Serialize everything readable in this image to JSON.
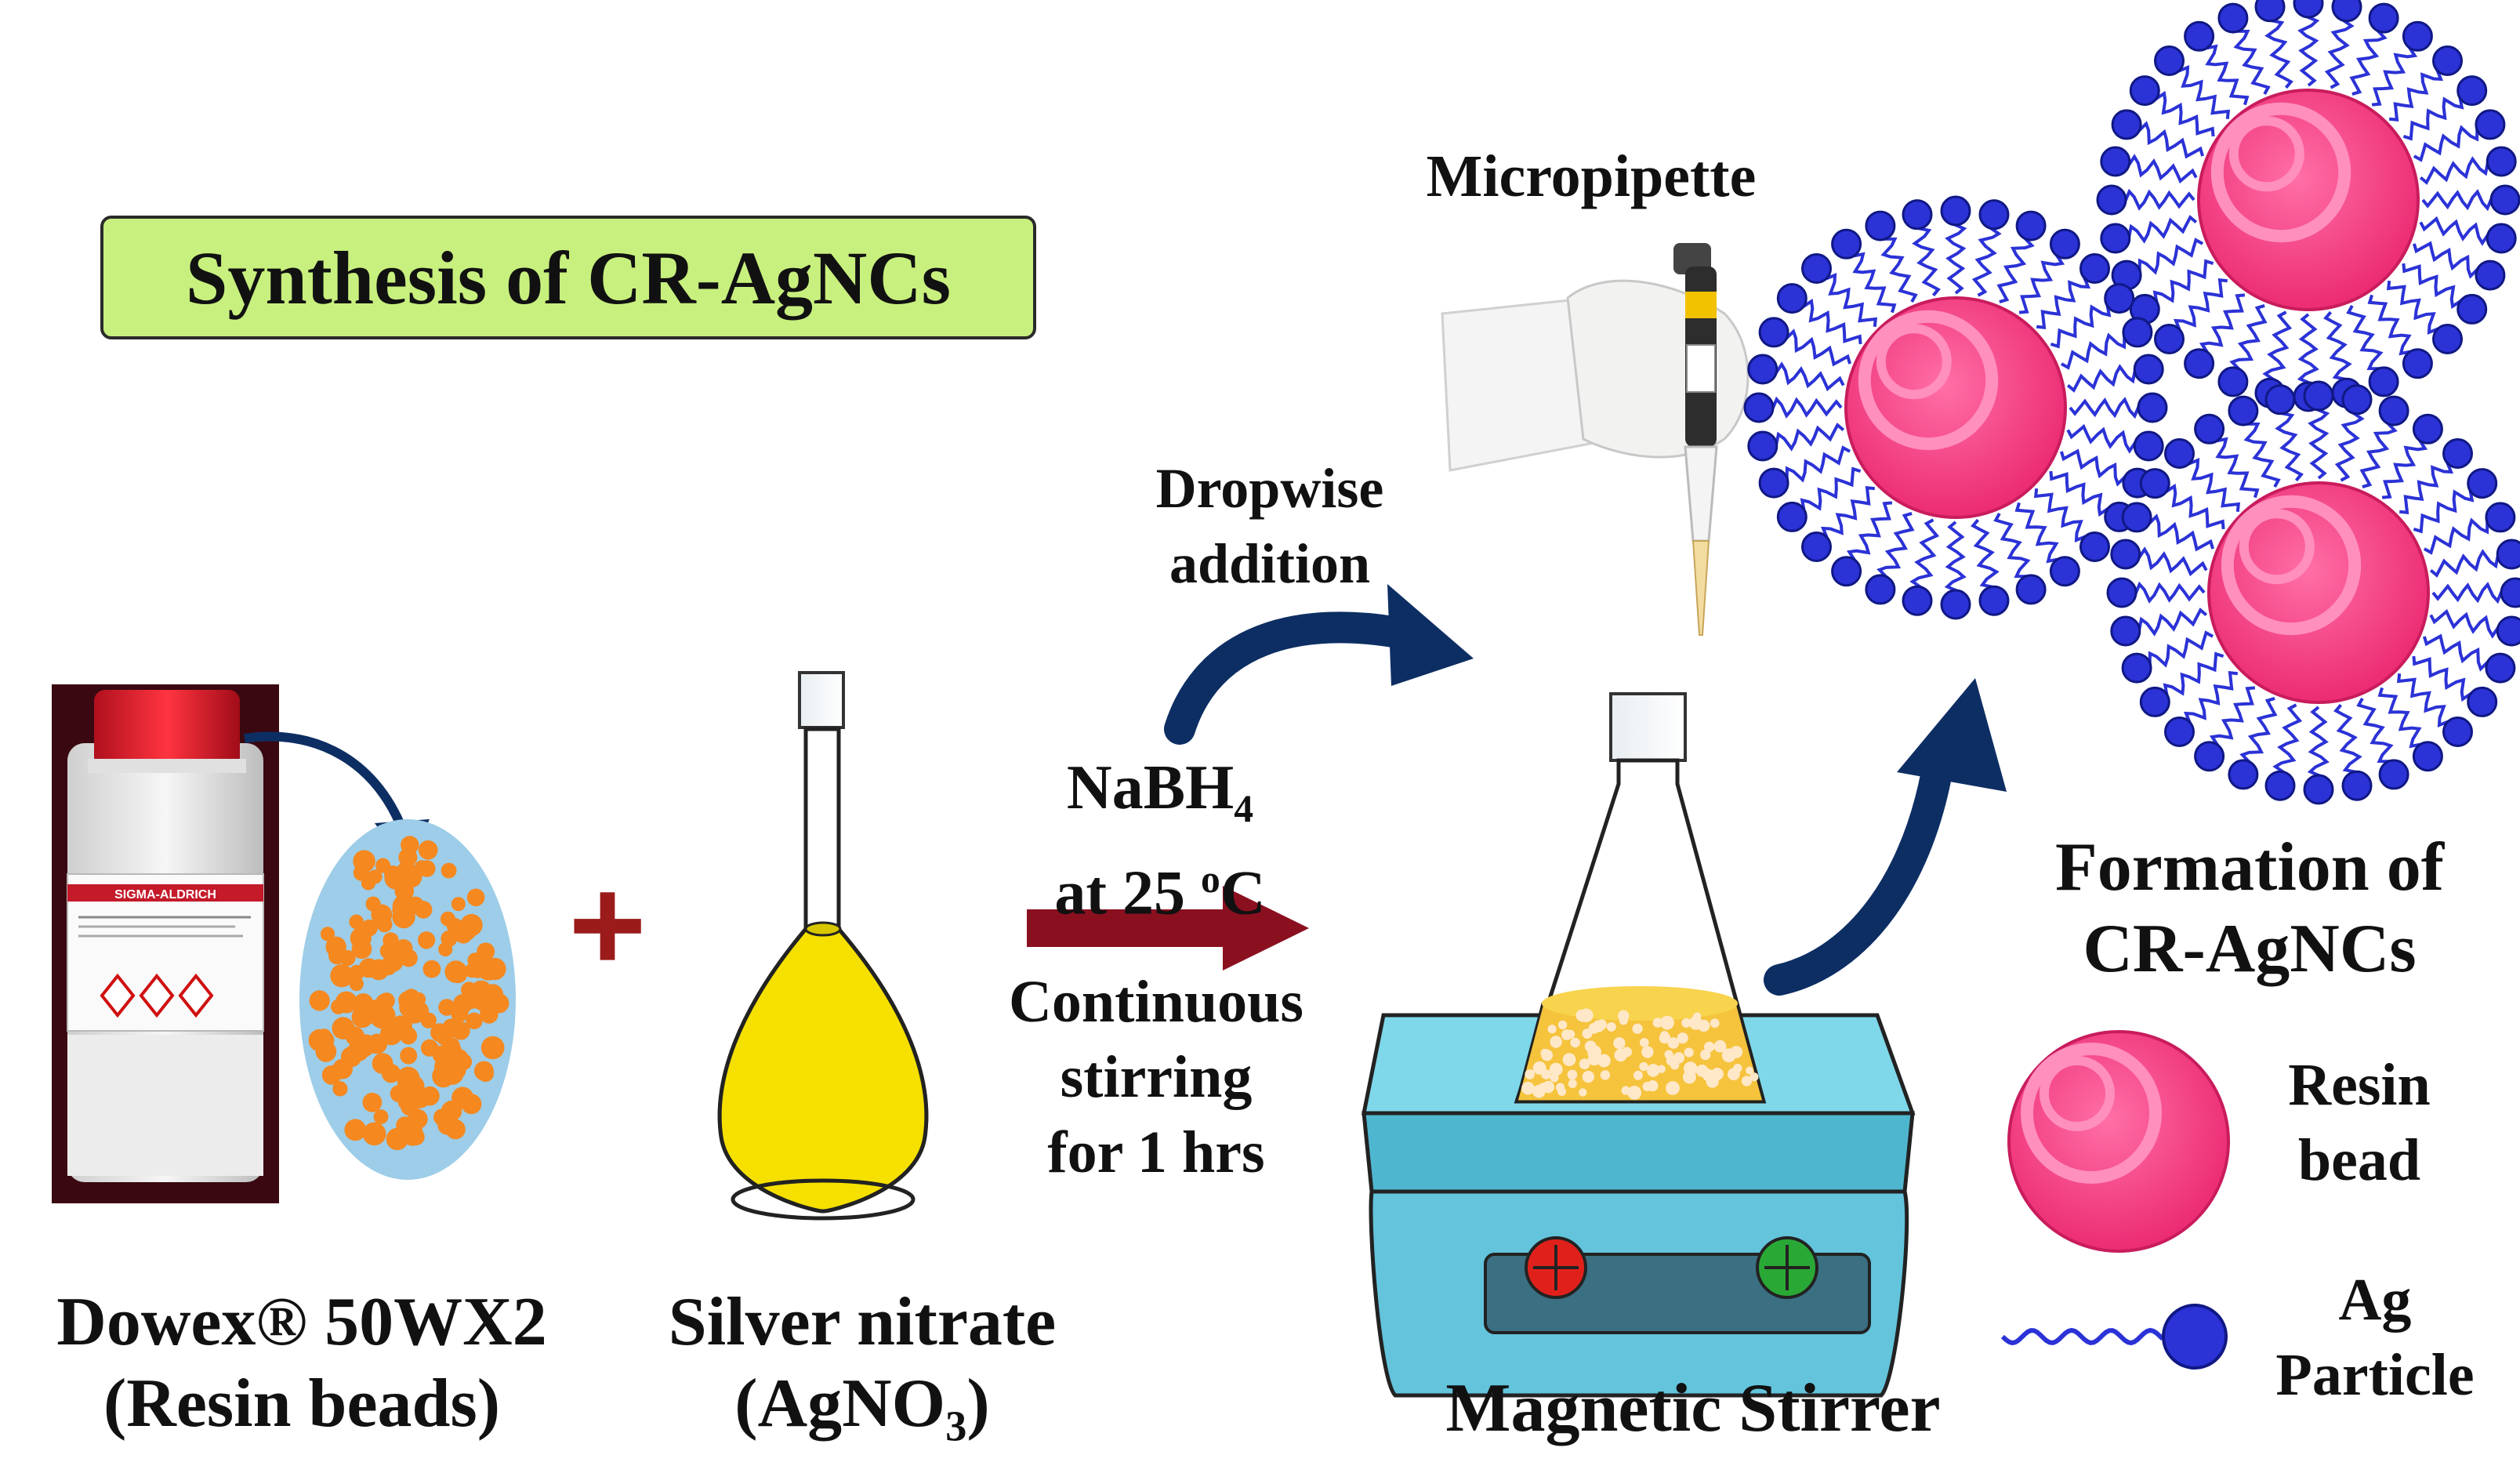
{
  "title": "Synthesis of CR-AgNCs",
  "bottle": {
    "brand": "SIGMA-ALDRICH"
  },
  "labels": {
    "resin_line1": "Dowex® 50WX2",
    "resin_line2": "(Resin beads)",
    "silver_line1": "Silver nitrate",
    "silver_line2_pre": "(AgNO",
    "silver_line2_sub": "3",
    "silver_line2_post": ")",
    "plus": "+",
    "reagent_pre": "NaBH",
    "reagent_sub": "4",
    "temp_pre": "at 25 ",
    "temp_sup": "o",
    "temp_post": "C",
    "cond_line1": "Continuous",
    "cond_line2": "stirring",
    "cond_line3": "for 1 hrs",
    "dropwise_line1": "Dropwise",
    "dropwise_line2": "addition",
    "micropipette": "Micropipette",
    "stirrer": "Magnetic Stirrer",
    "formation_line1": "Formation of",
    "formation_line2": "CR-AgNCs",
    "legend_resin_line1": "Resin",
    "legend_resin_line2": "bead",
    "legend_ag_line1": "Ag",
    "legend_ag_line2": "Particle"
  },
  "colors": {
    "title_bg": "#c8f07e",
    "resin_pink": "#f0347a",
    "ag_blue": "#2b32d6",
    "bead_orange": "#f5881f",
    "solution_yellow": "#f5e000",
    "stirrer_cyan": "#7fd8ea",
    "arrow_dark_red": "#8a1020",
    "curve_arrow_navy": "#0d2e63",
    "plus_red": "#9b1b1b"
  }
}
